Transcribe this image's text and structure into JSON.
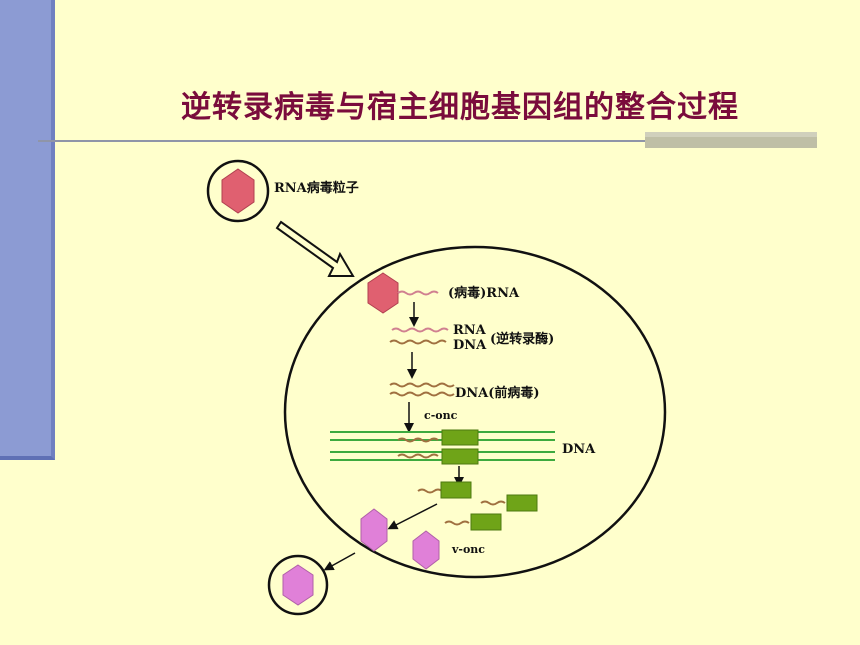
{
  "slide": {
    "title": "逆转录病毒与宿主细胞基因组的整合过程"
  },
  "diagram": {
    "labels": {
      "rna_virus_particle": "RNA病毒粒子",
      "viral_rna": "(病毒)RNA",
      "rna": "RNA",
      "dna": "DNA",
      "reverse_transcriptase": "(逆转录酶)",
      "provirus_dna": "DNA(前病毒)",
      "c_onc": "c-onc",
      "host_dna": "DNA",
      "v_onc": "v-onc"
    },
    "colors": {
      "background": "#FFFFCC",
      "sidebar": "#8C9BD3",
      "title": "#7A0C3C",
      "virus_red": "#E06070",
      "virus_pink": "#E080D8",
      "rna_strand": "#D08090",
      "dna_strand": "#A07040",
      "host_dna_green": "#3EAA3E",
      "gene_box_green": "#6FA418"
    }
  }
}
